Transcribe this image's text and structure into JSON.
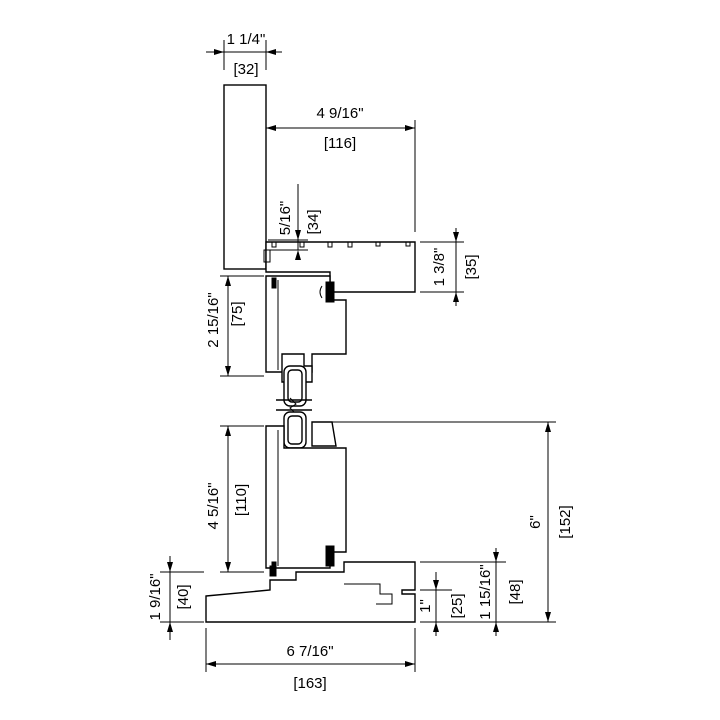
{
  "dimensions": {
    "head_width_in": "1 1/4\"",
    "head_width_mm": "[32]",
    "frame_depth_in": "4 9/16\"",
    "frame_depth_mm": "[116]",
    "stop_in": "5/16\"",
    "stop_mm": "[34]",
    "head_height_in": "1 3/8\"",
    "head_height_mm": "[35]",
    "top_rail_in": "2 15/16\"",
    "top_rail_mm": "[75]",
    "bottom_rail_in": "4 5/16\"",
    "bottom_rail_mm": "[110]",
    "overall_in": "6\"",
    "overall_mm": "[152]",
    "sill_height_in": "1 9/16\"",
    "sill_height_mm": "[40]",
    "sill_step_in": "1\"",
    "sill_step_mm": "[25]",
    "sill_rise_in": "1 15/16\"",
    "sill_rise_mm": "[48]",
    "sill_width_in": "6 7/16\"",
    "sill_width_mm": "[163]"
  }
}
